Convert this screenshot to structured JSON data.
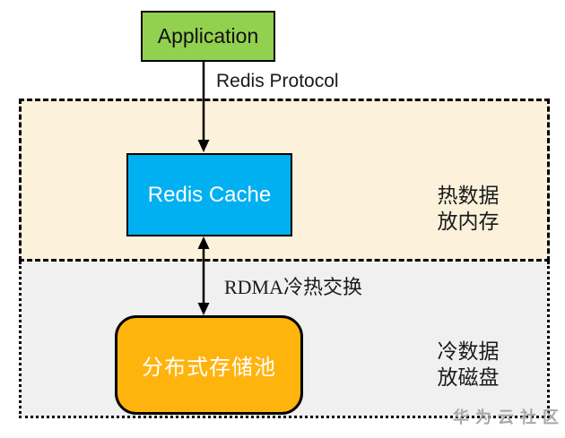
{
  "nodes": {
    "application": {
      "label": "Application",
      "color": "#92D050"
    },
    "redis_cache": {
      "label": "Redis Cache",
      "color": "#00B0F0"
    },
    "storage_pool": {
      "label": "分布式存储池",
      "color": "#FFB30D"
    }
  },
  "zones": {
    "hot": {
      "color": "#FCF2DC",
      "border_style": "dashed",
      "label_line1": "热数据",
      "label_line2": "放内存"
    },
    "cold": {
      "color": "#F0F0F0",
      "border_style": "dotted",
      "label_line1": "冷数据",
      "label_line2": "放磁盘"
    }
  },
  "edges": {
    "redis_protocol": {
      "label": "Redis Protocol",
      "direction": "down"
    },
    "rdma_exchange": {
      "label": "RDMA冷热交换",
      "direction": "both"
    }
  },
  "watermark": {
    "text": "华为云社区",
    "color": "#A8A8A8"
  }
}
